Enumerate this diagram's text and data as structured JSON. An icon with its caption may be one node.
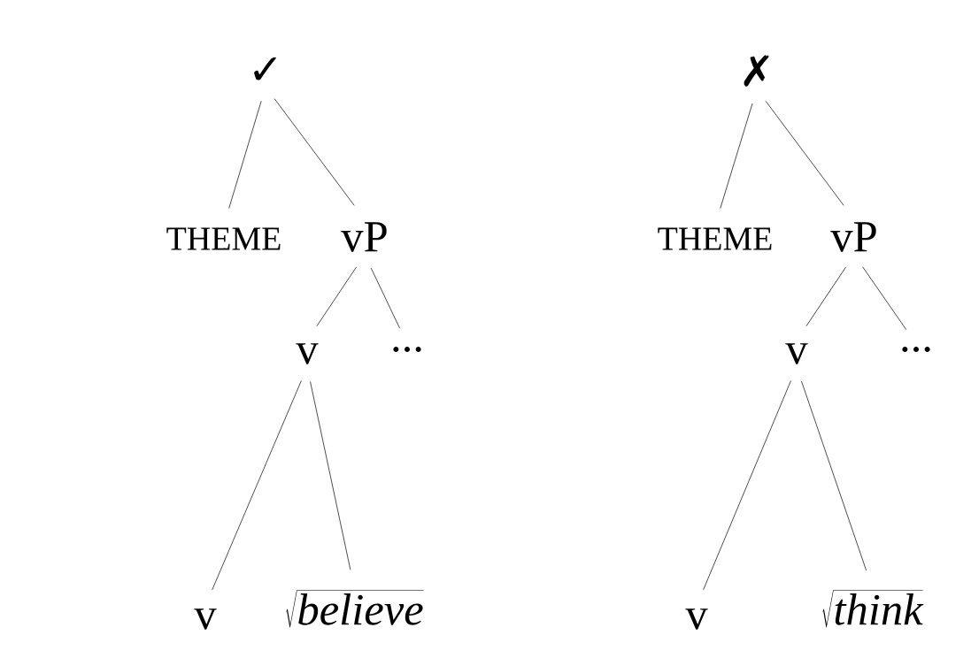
{
  "diagram": {
    "nodes": [
      {
        "text": [
          "✓"
        ]
      },
      {
        "text": [
          "THEME"
        ]
      },
      {
        "text": [
          "vP"
        ]
      },
      {
        "text": [
          "v"
        ]
      },
      {
        "text": [
          "..."
        ]
      },
      {
        "text": [
          "v"
        ]
      },
      {
        "text": [
          "\\sqrt{\\mathit{believe}}"
        ]
      },
      {
        "text": [
          "✗"
        ]
      },
      {
        "text": [
          "THEME"
        ]
      },
      {
        "text": [
          "vP"
        ]
      },
      {
        "text": [
          "v"
        ]
      },
      {
        "text": [
          "..."
        ]
      },
      {
        "text": [
          "v"
        ]
      },
      {
        "text": [
          "\\sqrt{\\mathit{think}}"
        ]
      }
    ],
    "edges": [
      {
        "from": 0,
        "to": 1,
        "arrow": "none"
      },
      {
        "from": 0,
        "to": 2,
        "arrow": "none"
      },
      {
        "from": 2,
        "to": 3,
        "arrow": "none"
      },
      {
        "from": 2,
        "to": 4,
        "arrow": "none"
      },
      {
        "from": 3,
        "to": 5,
        "arrow": "none"
      },
      {
        "from": 3,
        "to": 6,
        "arrow": "none"
      },
      {
        "from": 7,
        "to": 8,
        "arrow": "none"
      },
      {
        "from": 7,
        "to": 9,
        "arrow": "none"
      },
      {
        "from": 9,
        "to": 10,
        "arrow": "none"
      },
      {
        "from": 9,
        "to": 11,
        "arrow": "none"
      },
      {
        "from": 10,
        "to": 12,
        "arrow": "none"
      },
      {
        "from": 10,
        "to": 13,
        "arrow": "none"
      }
    ]
  }
}
